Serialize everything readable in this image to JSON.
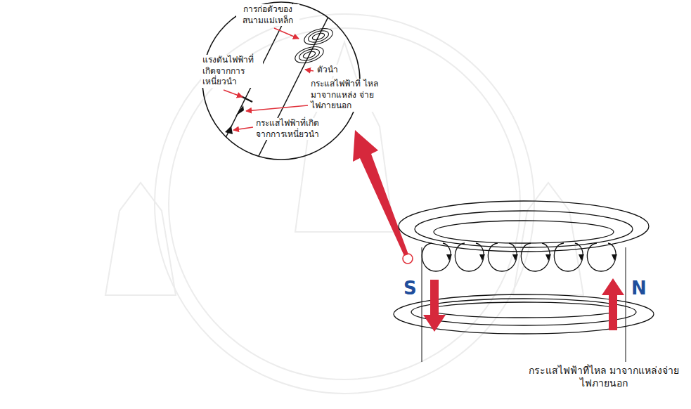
{
  "diagram": {
    "labels": [
      "การก่อตัวของ สนามแม่เหล็ก",
      "แรงดันไฟฟ้าที่ เกิดจากการ เหนี่ยวนำ",
      "ตัวนำ",
      "กระแสไฟฟ้าที่ ไหลมาจากแหล่ง จ่ายไฟภายนอก",
      "กระแสไฟฟ้าที่เกิด จากการเหนี่ยวนำ",
      "S",
      "N",
      "กระแสไฟฟ้าที่ไหล มาจากแหล่งจ่ายไฟภายนอก"
    ]
  }
}
